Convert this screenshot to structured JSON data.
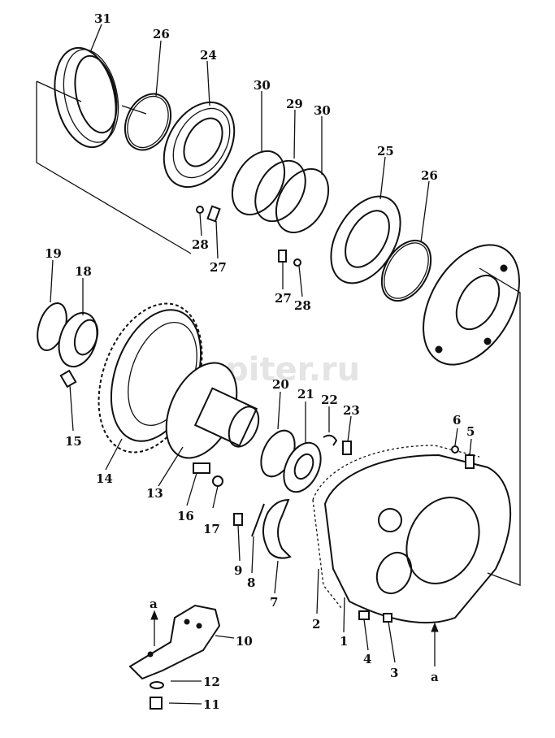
{
  "watermark": "autopiter.ru",
  "callouts": [
    {
      "id": "c31",
      "text": "31"
    },
    {
      "id": "c26a",
      "text": "26"
    },
    {
      "id": "c24",
      "text": "24"
    },
    {
      "id": "c30a",
      "text": "30"
    },
    {
      "id": "c29",
      "text": "29"
    },
    {
      "id": "c30b",
      "text": "30"
    },
    {
      "id": "c25",
      "text": "25"
    },
    {
      "id": "c26b",
      "text": "26"
    },
    {
      "id": "c28a",
      "text": "28"
    },
    {
      "id": "c27a",
      "text": "27"
    },
    {
      "id": "c27b",
      "text": "27"
    },
    {
      "id": "c28b",
      "text": "28"
    },
    {
      "id": "c19",
      "text": "19"
    },
    {
      "id": "c18",
      "text": "18"
    },
    {
      "id": "c15",
      "text": "15"
    },
    {
      "id": "c14",
      "text": "14"
    },
    {
      "id": "c13",
      "text": "13"
    },
    {
      "id": "c16",
      "text": "16"
    },
    {
      "id": "c17",
      "text": "17"
    },
    {
      "id": "c20",
      "text": "20"
    },
    {
      "id": "c21",
      "text": "21"
    },
    {
      "id": "c22",
      "text": "22"
    },
    {
      "id": "c23",
      "text": "23"
    },
    {
      "id": "c6",
      "text": "6"
    },
    {
      "id": "c5",
      "text": "5"
    },
    {
      "id": "c9",
      "text": "9"
    },
    {
      "id": "c8",
      "text": "8"
    },
    {
      "id": "c7",
      "text": "7"
    },
    {
      "id": "c2",
      "text": "2"
    },
    {
      "id": "c1",
      "text": "1"
    },
    {
      "id": "c4",
      "text": "4"
    },
    {
      "id": "c3",
      "text": "3"
    },
    {
      "id": "ca1",
      "text": "a"
    },
    {
      "id": "ca2",
      "text": "a"
    },
    {
      "id": "c10",
      "text": "10"
    },
    {
      "id": "c12",
      "text": "12"
    },
    {
      "id": "c11",
      "text": "11"
    }
  ]
}
